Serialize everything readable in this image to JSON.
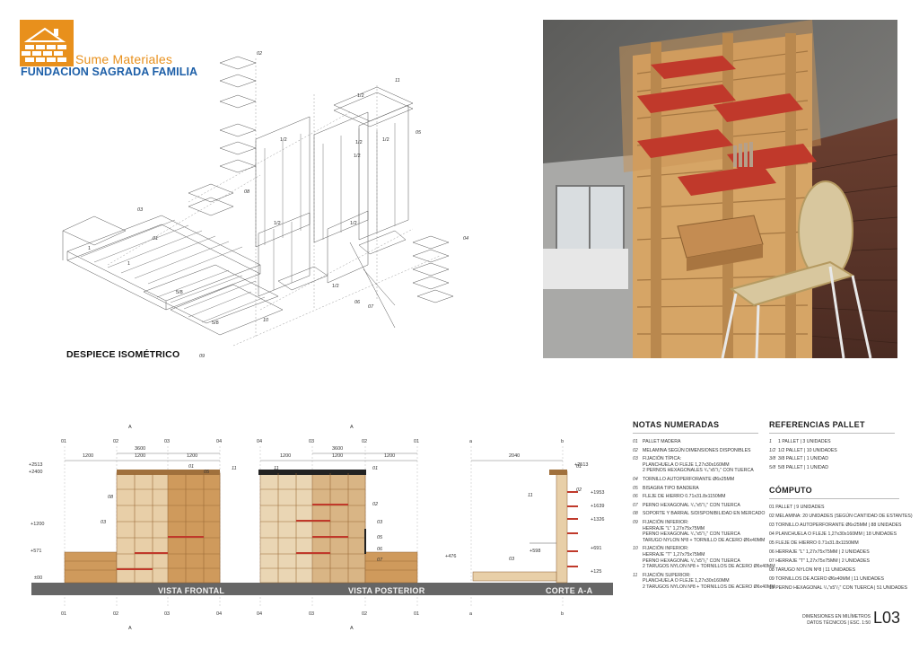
{
  "header": {
    "brand": "Sume Materiales",
    "org": "FUNDACION SAGRADA FAMILIA"
  },
  "isometric": {
    "title": "DESPIECE ISOMÉTRICO",
    "callouts": [
      "01",
      "02",
      "03",
      "04",
      "05",
      "06",
      "07",
      "08",
      "09",
      "10",
      "11"
    ],
    "fractions": [
      "1/2",
      "1/2",
      "1/2",
      "1/2",
      "1/2",
      "1/2",
      "1/2",
      "1",
      "1",
      "5/8",
      "5/8",
      "1/2"
    ]
  },
  "drawings": {
    "frontal_label": "VISTA FRONTAL",
    "posterior_label": "VISTA POSTERIOR",
    "corte_label": "CORTE A-A",
    "section_mark": "A",
    "axes_front": [
      "01",
      "02",
      "03",
      "04"
    ],
    "axes_back": [
      "04",
      "03",
      "02",
      "01"
    ],
    "axes_corte": [
      "a",
      "b"
    ],
    "total_width": "3600",
    "module": "1200",
    "depth": "2040",
    "levels_front": [
      "+2513",
      "+2400",
      "+1200",
      "+571",
      "±00"
    ],
    "levels_corte": [
      "+2513",
      "+1953",
      "+1639",
      "+1326",
      "+691",
      "+125",
      "+598",
      "+476"
    ],
    "tags": [
      "01",
      "02",
      "03",
      "05",
      "06",
      "07",
      "08",
      "11"
    ]
  },
  "notas": {
    "title": "NOTAS NUMERADAS",
    "items": [
      {
        "n": "01",
        "lines": [
          "PALLET MADERA"
        ]
      },
      {
        "n": "02",
        "lines": [
          "MELAMINA SEGÚN DIMENSIONES DISPONIBLES"
        ]
      },
      {
        "n": "03",
        "lines": [
          "FIJACIÓN TÍPICA:",
          "PLANCHUELA O FLEJE 1,27x30x160MM",
          "2 PERNOS HEXAGONALES ¹/₄\"x5\"/₂\" CON TUERCA"
        ]
      },
      {
        "n": "04",
        "lines": [
          "TORNILLO AUTOPERFORANTE Ø6x25MM"
        ]
      },
      {
        "n": "05",
        "lines": [
          "BISAGRA TIPO BANDERA"
        ]
      },
      {
        "n": "06",
        "lines": [
          "FLEJE DE HIERRO 0.71x31.8x1150MM"
        ]
      },
      {
        "n": "07",
        "lines": [
          "PERNO HEXAGONAL ¹/₄\"x5\"/₂\" CON TUERCA"
        ]
      },
      {
        "n": "08",
        "lines": [
          "SOPORTE Y BARRAL S/DISPONIBILIDAD EN MERCADO"
        ]
      },
      {
        "n": "09",
        "lines": [
          "FIJACIÓN INFERIOR:",
          "HERRAJE \"L\" 1,27x75x75MM",
          "PERNO HEXAGONAL ¹/₄\"x5\"/₂\" CON TUERCA",
          "TARUGO NYLON Nº8 + TORNILLO DE ACERO Ø6x40MM"
        ]
      },
      {
        "n": "10",
        "lines": [
          "FIJACIÓN INFERIOR:",
          "HERRAJE \"T\" 1,27x75x75MM",
          "PERNO HEXAGONAL ¹/₄\"x5\"/₂\" CON TUERCA",
          "2 TARUGOS NYLON Nº8 + TORNILLOS DE ACERO Ø6x40MM"
        ]
      },
      {
        "n": "11",
        "lines": [
          "FIJACIÓN SUPERIOR:",
          "PLANCHUELA O FLEJE 1,27x30x160MM",
          "2 TARUGOS NYLON Nº8 + TORNILLOS DE ACERO Ø6x40MM"
        ]
      }
    ]
  },
  "referencias": {
    "title": "REFERENCIAS PALLET",
    "items": [
      {
        "code": "1",
        "text": "1 PALLET | 3 UNIDADES"
      },
      {
        "code": "1/2",
        "text": "1/2 PALLET | 10 UNIDADES"
      },
      {
        "code": "3/8",
        "text": "3/8 PALLET | 1 UNIDAD"
      },
      {
        "code": "5/8",
        "text": "5/8 PALLET | 1 UNIDAD"
      }
    ]
  },
  "computo": {
    "title": "CÓMPUTO",
    "items": [
      "01 PALLET | 9 UNIDADES",
      "02 MELAMINA: 20 UNIDADES (SEGÚN CANTIDAD DE ESTANTES)",
      "03 TORNILLO AUTOPERFORANTE Ø6x25MM | 88 UNIDADES",
      "04 PLANCHUELA O FLEJE 1,27x30x160MM | 18 UNIDADES",
      "05 FLEJE DE HIERRO 0.71x31.8x1150MM",
      "06 HERRAJE \"L\" 1,27x75x75MM | 2 UNIDADES",
      "07 HERRAJE \"T\" 1,27x75x75MM | 2 UNIDADES",
      "08 TARUGO NYLON Nº8 | 11 UNIDADES",
      "09 TORNILLOS DE ACERO Ø6x40MM | 11 UNIDADES",
      "10 PERNO HEXAGONAL ¹/₄\"x5\"/₂\" CON TUERCA | 51 UNIDADES"
    ]
  },
  "footer": {
    "line1": "DIMENSIONES EN MILÍMETROS",
    "line2": "DATOS TÉCNICOS | ESC. 1:50",
    "sheet": "L03"
  },
  "colors": {
    "brand_orange": "#e8901c",
    "brand_blue": "#1d5fa8",
    "wood": "#cf9a5c",
    "shelf_red": "#c0392b",
    "ground": "#666666"
  }
}
